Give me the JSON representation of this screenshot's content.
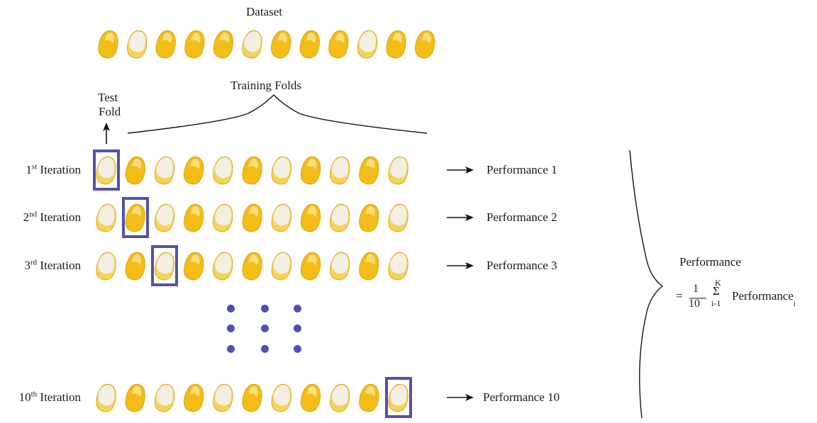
{
  "title": "Dataset",
  "training_folds_label": "Training Folds",
  "test_fold_label": [
    "Test",
    "Fold"
  ],
  "iterations": [
    {
      "label_num": "1",
      "label_sup": "st",
      "label_rest": " Iteration",
      "performance": "Performance 1",
      "test_index": 0
    },
    {
      "label_num": "2",
      "label_sup": "nd",
      "label_rest": " Iteration",
      "performance": "Performance 2",
      "test_index": 1
    },
    {
      "label_num": "3",
      "label_sup": "rd",
      "label_rest": " Iteration",
      "performance": "Performance 3",
      "test_index": 2
    },
    {
      "label_num": "10",
      "label_sup": "th",
      "label_rest": " Iteration",
      "performance": "Performance 10",
      "test_index": 10
    }
  ],
  "overall": {
    "label": "Performance",
    "equals": "=",
    "numerator": "1",
    "denominator": "10",
    "sum_symbol": "Σ",
    "sum_upper": "K",
    "sum_lower": "i-1",
    "term": "Performance",
    "term_sub": "i"
  },
  "colors": {
    "highlight": "#5451a6",
    "dots": "#4f4fb5",
    "kernel_yellow": "#f2bd16",
    "kernel_white": "#f3efe2"
  },
  "dataset_kernels": [
    "yellow",
    "white",
    "yellow",
    "yellow",
    "yellow",
    "white",
    "yellow",
    "yellow",
    "yellow",
    "white",
    "yellow",
    "yellow"
  ],
  "row_kernels": [
    "white",
    "yellow",
    "white",
    "yellow",
    "white",
    "yellow",
    "white",
    "yellow",
    "white",
    "yellow",
    "white"
  ]
}
